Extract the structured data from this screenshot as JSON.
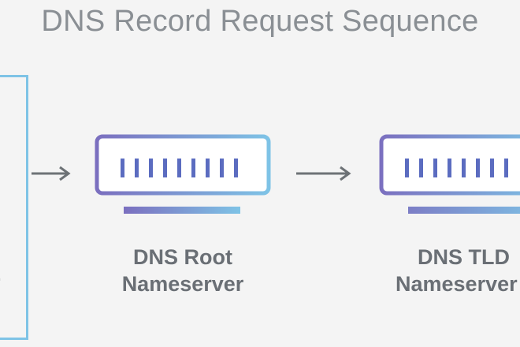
{
  "diagram": {
    "title": "DNS Record Request Sequence",
    "client_label_visible": "r",
    "nodes": [
      {
        "id": "root",
        "label_line1": "DNS Root",
        "label_line2": "Nameserver"
      },
      {
        "id": "tld",
        "label_line1": "DNS TLD",
        "label_line2": "Nameserver"
      }
    ],
    "colors": {
      "background": "#f4f4f4",
      "title": "#8a8f94",
      "label": "#6a6f75",
      "arrow": "#6d7276",
      "gradient_start": "#7b6fbf",
      "gradient_end": "#7ec3e6",
      "slot": "#5b6cc0"
    }
  }
}
